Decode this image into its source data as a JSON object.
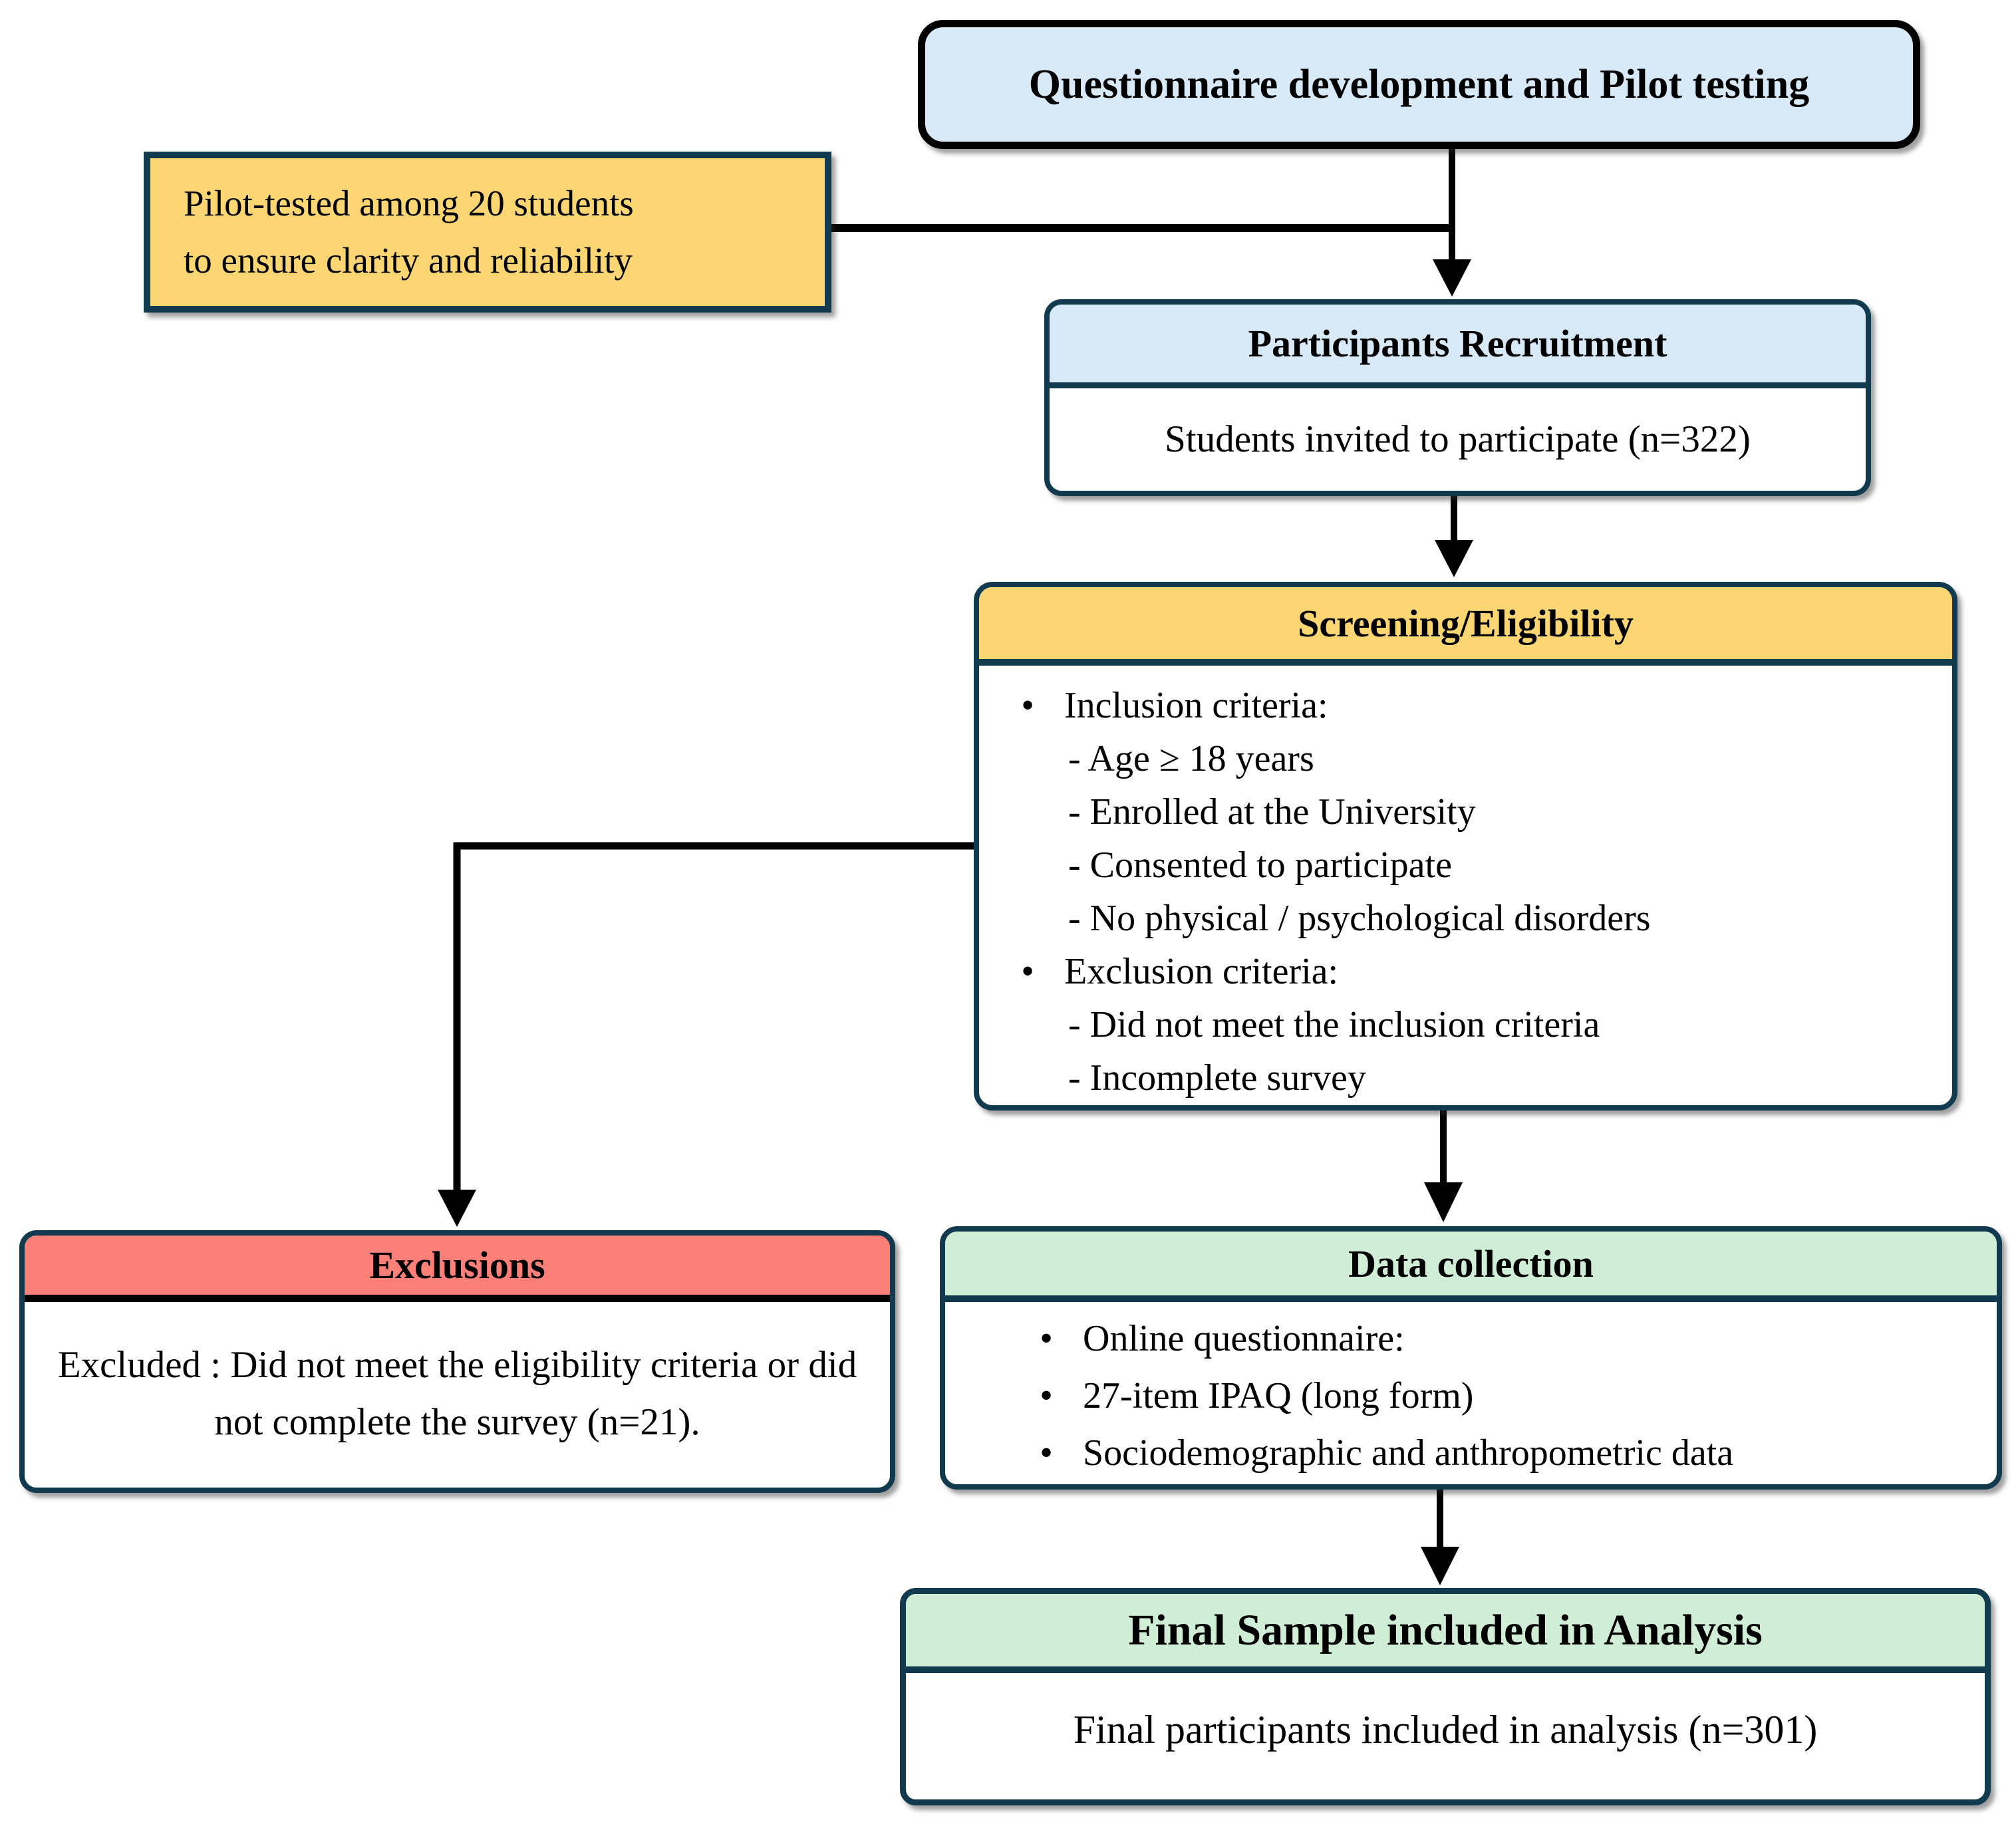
{
  "colors": {
    "blue": "#d8e9f7",
    "yellow": "#fcd673",
    "salmon": "#fd8078",
    "green": "#cfeed5",
    "edge": "#123a4e",
    "ink": "#000000"
  },
  "glyphs": {
    "bullet": "•"
  },
  "boxes": {
    "questionnaire": {
      "title": "Questionnaire development and Pilot testing"
    },
    "pilot_note": {
      "lines": [
        "Pilot-tested among 20 students",
        "to ensure clarity and reliability"
      ]
    },
    "recruitment": {
      "title": "Participants  Recruitment",
      "body": "Students invited to participate (n=322)"
    },
    "screening": {
      "title": "Screening/Eligibility",
      "sections": [
        {
          "label": "Inclusion criteria:",
          "items": [
            "- Age ≥ 18  years",
            "- Enrolled at the University",
            "- Consented to participate",
            "- No physical / psychological disorders"
          ]
        },
        {
          "label": "Exclusion criteria:",
          "items": [
            "- Did not meet the inclusion criteria",
            "- Incomplete survey"
          ]
        }
      ]
    },
    "exclusions": {
      "title": "Exclusions",
      "body": "Excluded : Did not meet the eligibility criteria or did not complete the survey (n=21)."
    },
    "data_collection": {
      "title": "Data collection",
      "bullets": [
        "Online questionnaire:",
        "27-item  IPAQ (long form)",
        "Sociodemographic and anthropometric data"
      ]
    },
    "final_sample": {
      "title": "Final Sample included in Analysis",
      "body": "Final participants included in analysis (n=301)"
    }
  }
}
